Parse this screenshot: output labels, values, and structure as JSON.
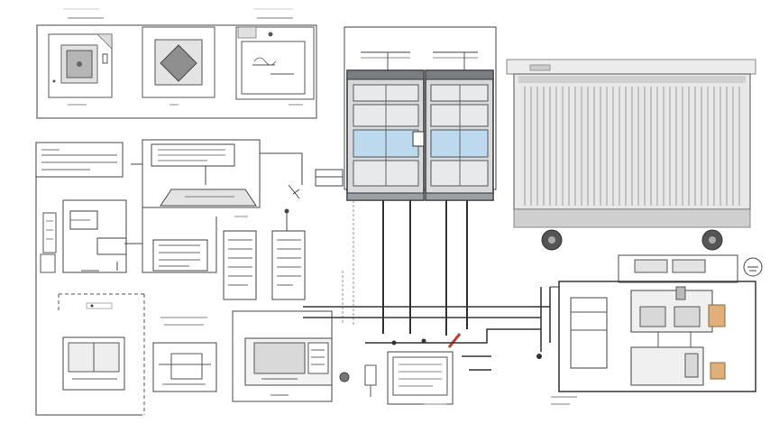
{
  "diagram": {
    "type": "electrical-schematic-sketch",
    "colors": {
      "line": "#333333",
      "thin": "#777777",
      "panel": "#d7d9dc",
      "glass": "#bcd9ee",
      "transformer": "#e6e6e6",
      "accent_red": "#c0392b",
      "accent_orange": "#e0b07a"
    },
    "components": [
      {
        "id": "detail-a",
        "kind": "plan-detail"
      },
      {
        "id": "detail-b",
        "kind": "plan-detail"
      },
      {
        "id": "detail-c",
        "kind": "plan-detail"
      },
      {
        "id": "switchgear-left",
        "kind": "switchgear-cabinet"
      },
      {
        "id": "switchgear-right",
        "kind": "switchgear-cabinet"
      },
      {
        "id": "transformer",
        "kind": "radiator-transformer"
      },
      {
        "id": "control-panel",
        "kind": "control-panel"
      },
      {
        "id": "junction-box",
        "kind": "junction-box"
      },
      {
        "id": "drive-unit",
        "kind": "drive-unit"
      }
    ]
  }
}
